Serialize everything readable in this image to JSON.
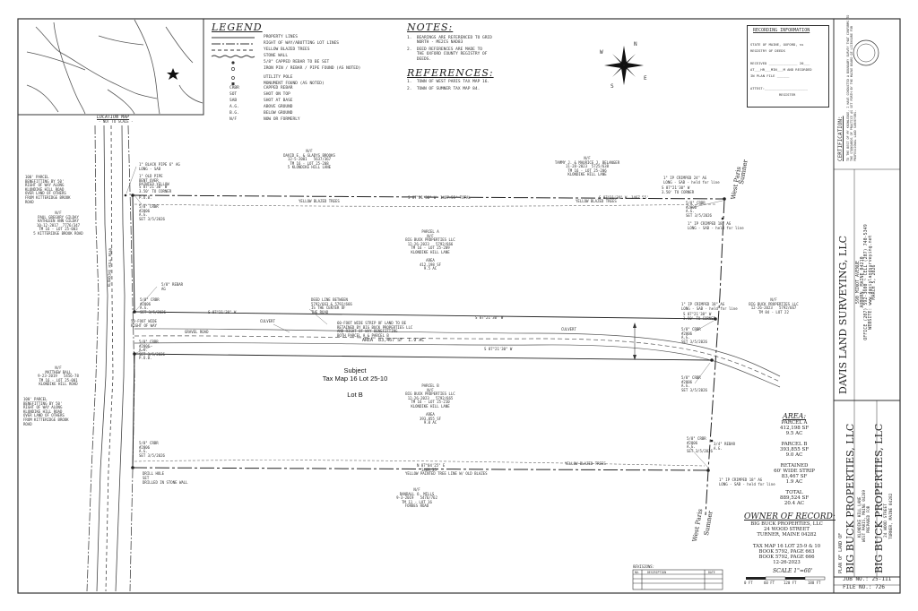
{
  "legend": {
    "title": "LEGEND",
    "items": [
      {
        "symbol": "solid",
        "label": "PROPERTY LINES"
      },
      {
        "symbol": "dashdot",
        "label": "RIGHT OF WAY/ABUTTING LOT LINES"
      },
      {
        "symbol": "dashed",
        "label": "YELLOW BLAZED TREES"
      },
      {
        "symbol": "wall",
        "label": "STONE WALL"
      },
      {
        "symbol": "dot-filled",
        "label": "5/8\" CAPPED REBAR TO BE SET"
      },
      {
        "symbol": "dot-open",
        "label": "IRON PIN / REBAR / PIPE FOUND (AS NOTED)"
      },
      {
        "symbol": "pole",
        "label": "UTILITY POLE"
      },
      {
        "symbol": "square",
        "label": "MONUMENT FOUND (AS NOTED)"
      }
    ],
    "abbr": [
      {
        "code": "CRBR",
        "label": "CAPPED REBAR"
      },
      {
        "code": "SOT",
        "label": "SHOT ON TOP"
      },
      {
        "code": "SAB",
        "label": "SHOT AT BASE"
      },
      {
        "code": "A.G.",
        "label": "ABOVE GROUND"
      },
      {
        "code": "B.G.",
        "label": "BELOW GROUND"
      },
      {
        "code": "N/F",
        "label": "NOW OR FORMERLY"
      }
    ]
  },
  "notes": {
    "title": "NOTES:",
    "items": [
      "1.  BEARINGS ARE REFERENCED TO GRID\n    NORTH - ME2CS NAD83",
      "2.  DEED REFERENCES ARE MADE TO\n    THE OXFORD COUNTY REGISTRY OF\n    DEEDS."
    ]
  },
  "references": {
    "title": "REFERENCES:",
    "items": [
      "1.  TOWN OF WEST PARIS TAX MAP 16.",
      "2.  TOWN OF SUMNER TAX MAP 84."
    ]
  },
  "compass": {
    "n": "N",
    "e": "E",
    "s": "S",
    "w": "W"
  },
  "location_map": {
    "label": "LOCATION MAP",
    "sub": "- NOT TO SCALE -"
  },
  "recording": {
    "title": "RECORDING INFORMATION",
    "lines": [
      "STATE OF MAINE, OXFORD, ss",
      "REGISTRY OF DEEDS",
      "",
      "RECEIVED ______________ 20___",
      "AT___HR___MIN___M AND RECORDED",
      "IN PLAN FILE ______",
      "",
      "ATTEST:_____________________",
      "              REGISTER"
    ]
  },
  "company": {
    "name": "DAVIS LAND SURVEYING, LLC",
    "lines": [
      "590 MINOT AVENUE",
      "AUBURN, MAINE 04210",
      "OFFICE (207) 592-3600 ~ CELL (207) 740-5349",
      "WEBSITE: www.davislandsurveying.net",
      "MARCH 5, 2026"
    ]
  },
  "title_block": {
    "prefix": "PLAN OF LAND OF",
    "owner": "BIG BUCK PROPERTIES, LLC",
    "location": [
      "KLONDIKE HILL LANE",
      "WEST PARIS, MAINE 04289"
    ],
    "prepared_for_label": "PREPARED FOR",
    "prepared_for": "BIG BUCK PROPERTIES, LLC",
    "pf_address": [
      "24 WOOD STREET",
      "TURNER, MAINE 04282"
    ],
    "job_no": "JOB NO.: 25-111",
    "file_no": "FILE NO.: 726"
  },
  "certification": {
    "title": "CERTIFICATION:",
    "text": "TO THE BEST OF MY KNOWLEDGE, I HAVE CONDUCTED A BOUNDARY SURVEY THAT CONFORMS TO THE STANDARDS OF PRACTICE AS SET FORTH BY THE MAINE BOARD OF LICENSURE FOR PROFESSIONAL LAND SURVEYORS."
  },
  "area_table": {
    "title": "AREA:",
    "rows": [
      "PARCEL A",
      "412,198 SF",
      "9.5 AC",
      "",
      "PARCEL B",
      "393,855 SF",
      "9.0 AC",
      "",
      "RETAINED",
      "60' WIDE STRIP",
      "83,467 SF",
      "1.9 AC",
      "",
      "TOTAL",
      "889,524 SF",
      "20.4 AC"
    ]
  },
  "owner_of_record": {
    "title": "OWNER OF RECORD:",
    "lines": [
      "BIG BUCK PROPERTIES, LLC",
      "24 WOOD STREET",
      "TURNER, MAINE 04282",
      "",
      "TAX MAP 16 LOT 25-9 & 10",
      "BOOK 5792, PAGE 663",
      "BOOK 5792, PAGE 666",
      "12-26-2023"
    ]
  },
  "scale": {
    "label": "SCALE 1\"=60'",
    "ticks": [
      "0 FT",
      "60 FT",
      "120 FT",
      "180 FT"
    ]
  },
  "revisions": {
    "title": "REVISIONS:",
    "headers": [
      "NO.",
      "DESCRIPTION",
      "DATE"
    ]
  },
  "subject": {
    "lines": [
      "Subject",
      "Tax Map 16 Lot 25-10",
      "",
      "Lot B"
    ]
  },
  "town_line": {
    "top": [
      "West Paris",
      "Sumner"
    ],
    "bottom": [
      "West Paris",
      "Sumner"
    ]
  },
  "parcels": {
    "a": [
      "PARCEL A",
      "N/F",
      "BIG BUCK PROPERTIES LLC",
      "12-26-2023   5792/666",
      "TM 16 - LOT 25-209",
      "KLONDIKE HILL LANE",
      "",
      "AREA",
      "412,198 SF",
      "9.5 AC"
    ],
    "b": [
      "PARCEL B",
      "N/F",
      "BIG BUCK PROPERTIES LLC",
      "12-26-2023   5792/665",
      "TM 16 - LOT 25-210",
      "KLONDIKE HILL LANE",
      "",
      "AREA",
      "393,855 SF",
      "9.0 AC"
    ],
    "strip": "AREA  83,467 SF  1.9 AC"
  },
  "abutters": {
    "brooks": [
      "N/F",
      "DAVID E. & GLADYS BROOKS",
      "12-5-2001   5637/367",
      "TM 16 - LOT 25-208",
      "5 KLONDIKE HILL LANE"
    ],
    "belanger": [
      "N/F",
      "TAMMY J. & MAURICE J. BELANGER",
      "11-28-2023  5725/638",
      "TM 16 - LOT 25-206",
      "KLONDIKE HILL LANE"
    ],
    "gilday": [
      "N/F",
      "PAUL GREGORY GILDAY",
      "KATHLEEN ANN GILDAY",
      "10-12-2017  7776/347",
      "TM 16 - LOT 25-003",
      "5 KITTERIDGE BROOK ROAD"
    ],
    "ball": [
      "N/F",
      "MATTHEW BALL",
      "9-23-2019   5456-78",
      "TM 16 - LOT 25-001",
      "KLONDIKE HILL ROAD"
    ],
    "mills": [
      "N/F",
      "RANDALL O. MILLS",
      "9-3-2019   5476/762",
      "TM 11 - LOT 16",
      "FORBES ROAD"
    ],
    "bigbuck_e": [
      "N/F",
      "BIG BUCK PROPERTIES LLC",
      "12-26-2023   5792/667",
      "TM 84 - LOT 22"
    ]
  },
  "annotations": {
    "tree_line_a": "YELLOW BLAZED TREES",
    "tree_line_a2": "YELLOW BLAZED TREES",
    "tree_line_b": "YELLOW BLAZED TREES",
    "tree_line_bottom": "YELLOW PAINTED TREE LINE W/ OLD BLAZES",
    "tree_line_bottom2": "YELLOW BLAZED TREES",
    "bearing_top": "S 87°21'30\" W  1467.55' TOTAL",
    "bearing_top_e": "S 87°21'30\" W  1467.55'",
    "bearing_strip_n": "S 87°21'30\" W",
    "bearing_strip_s": "S 87°21'30\" W",
    "bearing_bottom": "N 87°04'25\" E",
    "bearing_bottom_len": "1468.35'",
    "strip_label": "60-FOOT WIDE STRIP OF LAND TO BE\nRETAINED BY BIG BUCK PROPERTIES LLC\nAND RIGHT OF WAY BENEFITTING\nBOTH PARCEL A & PARCEL B",
    "deed_line": "DEED LINE BETWEEN\n5792/663 & 5792/666\nIS THE CENTER OF\nTHE ROAD",
    "culvert": "CULVERT",
    "gravel": "GRAVEL ROAD",
    "road_name": "KLONDIKE HILL ROAD",
    "pob": "P.O.B.",
    "crbr_set": "5/8\" CRBR\n#2806\nA.G.\nSET 3/5/2026",
    "pipe_found": "1\" BLACK PIPE 6\" AG\nLONG - SAB",
    "old_pipe": "1\" OLD PIPE\nBENT OVER\nPAINTED YELLOW",
    "to_corner": "S 87°21'30\" W\n3.50' TO CORNER",
    "ec_pipe": "1\" IP CRIMPED 24\" AG\nLONG - SAB - held for line",
    "ec_pipe2": "1\" IP CRIMPED 18\" AG\nLONG - SAB - held for line",
    "wall_rebar": "5/8\" REBAR\nAG",
    "rebar_4": "3/4\" REBAR\nA.G.",
    "drill_hole": "DRILL HOLE\nSET",
    "wall_note": "DRILLED IN STONE WALL",
    "row_w": "50-FOOT WIDE\nRIGHT OF WAY",
    "gilday_row": "100' PARCEL\nBENEFITTING BY 50'\nRIGHT OF WAY ALONG\nKLONDIKE HILL ROAD\nOVER LAND OF OTHERS\nFROM KITTERIDGE BROOK\nROAD",
    "ball_row": "100' PARCEL\nBENEFITTING BY 50'\nRIGHT OF WAY ALONG\nKLONDIKE HILL ROAD\nOVER LAND OF OTHERS\nFROM KITTERIDGE BROOK\nROAD"
  }
}
